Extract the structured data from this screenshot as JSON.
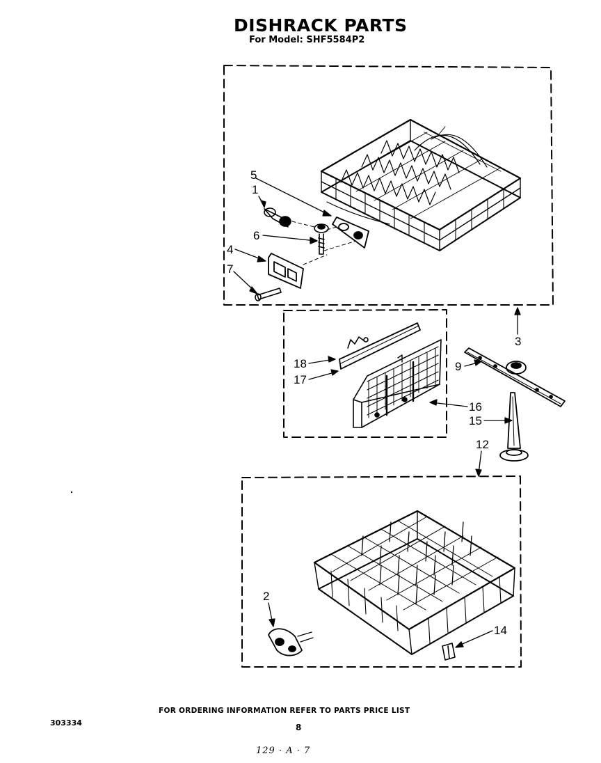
{
  "header": {
    "title": "DISHRACK PARTS",
    "model_line": "For Model: SHF5584P2"
  },
  "callouts": {
    "c1": "1",
    "c2": "2",
    "c3": "3",
    "c4": "4",
    "c5": "5",
    "c6": "6",
    "c7": "7",
    "c9": "9",
    "c12": "12",
    "c14": "14",
    "c15": "15",
    "c16": "16",
    "c17": "17",
    "c18": "18"
  },
  "footer": {
    "ordering_note": "FOR ORDERING INFORMATION REFER TO PARTS PRICE LIST",
    "doc_number": "303334",
    "page_number": "8",
    "handwritten_code": "129 · A · 7"
  }
}
